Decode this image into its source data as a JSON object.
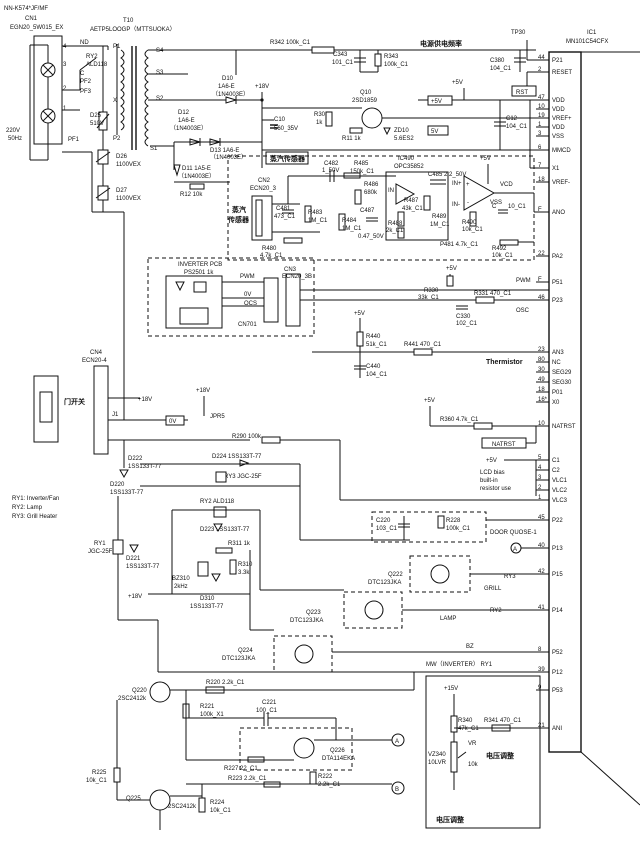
{
  "header": {
    "model": "NN-K574*JF/MF",
    "cn1_ref": "CN1",
    "cn1_part": "EGN20_5W015_EX",
    "t10_ref": "T10",
    "t10_part": "AETP5LOOGP（MTTSUOKA）",
    "ic1_ref": "IC1",
    "ic1_part": "MN101C54CFX",
    "tp30": "TP30"
  },
  "input": {
    "mains_v": "220V",
    "mains_hz": "50Hz",
    "pf1": "PF1",
    "pf2": "PF2",
    "pf3": "PF3",
    "nd": "ND",
    "ry2_ref": "RY2",
    "ry2_part": "ALD118",
    "d25_ref": "D25",
    "d25_v": "510V",
    "d26": "D26",
    "d26_part": "1100VEX",
    "d27": "D27",
    "d27_part": "1100VEX",
    "p1": "P1",
    "p2": "P2",
    "s1": "S1",
    "s2": "S2",
    "s3": "S3",
    "s4": "S4",
    "pin4": "4",
    "pin3": "3",
    "pin2": "2",
    "pin1": "1",
    "pin_c": "C"
  },
  "power": {
    "d10": "D10",
    "d10_part": "1A6-E",
    "d10_note": "（1N4003E）",
    "d12": "D12",
    "d12_part": "1A6-E",
    "d12_note": "（1N4003E）",
    "d13": "D13 1A6-E",
    "d13_note": "（1N4003E）",
    "d11": "D11 1A5-E",
    "d11_note": "（1N4003E）",
    "r12": "R12 10k",
    "v18_1": "+18V",
    "c10": "C10",
    "c10_val": "560_35V",
    "r342": "R342 100k_C1",
    "detect_label": "电源供电频率",
    "c343": "C343",
    "c343_val": "101_C1",
    "r343": "R343",
    "r343_val": "100k_C1",
    "c380": "C380",
    "c380_val": "104_C1",
    "q10": "Q10",
    "q10_part": "2SD1859",
    "r30": "R30",
    "r30_val": "1k",
    "r11": "R11 1k",
    "zd10": "ZD10",
    "zd10_val": "5.6ES2",
    "v5_1": "+5V",
    "v5_tag": "+5V",
    "vdd_tag": "5V",
    "c12": "C12",
    "c12_val": "104_C1",
    "rst_tag": "RST"
  },
  "sensor": {
    "title_box": "蒸汽传感器",
    "cn2": "CN2",
    "cn2_part": "ECN20_3",
    "c481": "C481",
    "c481_val": "473_C1",
    "r483": "R483",
    "r483_val": "1M_C1",
    "r480": "R480",
    "r480_val": "4.7k_C1",
    "sensor_label": "蒸汽\n传感器",
    "c482": "C482",
    "c482_val": "1_50V",
    "r485": "R485",
    "r485_val": "150k_C1",
    "r486": "R486",
    "r486_val": "680k",
    "r484": "R484",
    "r484_val": "1M_C1",
    "c487": "C487",
    "c487_val": "0.47_50V",
    "ic490": "IC490",
    "ic490_part": "OPC35852",
    "c485": "C485 2.2_50V",
    "r487": "R487",
    "r487_val": "43k_C1",
    "r488": "R488",
    "r488_val": "2k_C1",
    "r489": "R489",
    "r489_val": "1M_C1",
    "r490": "R490",
    "r490_val": "10k_C1",
    "c491": "C",
    "c491_val": "10_C1",
    "r481": "P481 4.7k_C1",
    "r492": "R492",
    "r492_val": "10k_C1",
    "v5_2": "+5V",
    "vcd": "VCD",
    "vss": "VSS",
    "in_plus": "IN+",
    "in_minus": "IN-",
    "in": "IN",
    "opamp_plus": "+",
    "opamp_minus": "-"
  },
  "inverter": {
    "box_title": "INVERTER PCB",
    "ps2501": "PS2501 1k",
    "pwm_in": "PWM",
    "ov": "0V",
    "ocs": "OCS",
    "cn701": "CN701",
    "cn3": "CN3",
    "cn3_part": "ECN20_3B",
    "v5_3": "+5V",
    "r330": "R330",
    "r330_val": "33k_C1",
    "r331": "R331 470_C1",
    "c330": "C330",
    "c330_val": "102_C1",
    "pwm": "PWM",
    "osc": "OSC"
  },
  "thermistor": {
    "v5_4": "+5V",
    "r440": "R440",
    "r440_val": "51k_C1",
    "r441": "R441 470_C1",
    "c440": "C440",
    "c440_val": "104_C1",
    "label": "Thermistor"
  },
  "door": {
    "cn4": "CN4",
    "cn4_part": "ECN20-4",
    "door_switch": "门开关",
    "v18_2": "+18V",
    "j1": "J1",
    "ov_tag": "0V",
    "jpr5": "JPR5",
    "v5_5": "+5V",
    "r360": "R360 4.7k_C1",
    "natrst": "NATRST",
    "lcd_note": "LCD bias\nbuilt-in\nresistor use",
    "v5_6": "+5V"
  },
  "relays": {
    "v18_3": "+18V",
    "r290": "R290 100k",
    "d222": "D222",
    "d222_part": "1SS133T-77",
    "d220": "D220",
    "d220_part": "1SS133T-77",
    "d224": "D224 1SS133T-77",
    "ry3": "RY3 JGC-25F",
    "legend1": "RY1: Inverter/Fan",
    "legend2": "RY2: Lamp",
    "legend3": "RY3: Grill Heater",
    "ry1": "RY1",
    "ry1_part": "JGC-25F",
    "d221": "D221",
    "d221_part": "1SS133T-77",
    "ry2_b": "RY2 ALD118",
    "d223": "D223 1SS133T-77",
    "r311": "R311 1k",
    "bz310": "BZ310",
    "bz310_val": "2kHz",
    "r310": "R310",
    "r310_val": "3.3k",
    "d310": "D310",
    "d310_part": "1SS133T-77",
    "v18_4": "+18V",
    "c220": "C220",
    "c220_val": "103_C1",
    "r228": "R228",
    "r228_val": "100k_C1",
    "door_quose": "DOOR QUOSE-1",
    "q222": "Q222",
    "q222_part": "DTC123JKA",
    "grill": "GRILL",
    "ry3_sig": "RY3",
    "q223": "Q223",
    "q223_part": "DTC123JKA",
    "lamp": "LAMP",
    "ry2_sig": "RY2",
    "q224": "Q224",
    "q224_part": "DTC123JKA",
    "bz": "BZ",
    "mw": "MW（INVERTER） RY1"
  },
  "lower": {
    "q220": "Q220",
    "q220_part": "2SC2412k",
    "r220": "R220 2.2k_C1",
    "r221": "R221",
    "r221_val": "100k_X1",
    "c221": "C221",
    "c221_val": "100_C1",
    "q226": "Q226",
    "q226_part": "DTA114EKA",
    "r227": "R227 22_C1",
    "r223": "R223 2.2k_C1",
    "r222": "R222",
    "r222_val": "2.2k_C1",
    "r225": "R225",
    "r225_val": "10k_C1",
    "q225": "Q225",
    "q225_part": "2SC2412k",
    "r224": "R224",
    "r224_val": "10k_C1",
    "node_a": "A",
    "node_b": "B",
    "v15": "+15V",
    "r340": "R340",
    "r340_val": "47k_C1",
    "r341": "R341 470_C1",
    "vz340": "VZ340",
    "vz340_val": "10LVR",
    "vr": "VR",
    "vr_val": "10k",
    "volt_adj": "电压调整",
    "volt_adj_box": "电压调整"
  },
  "ic_pins": [
    {
      "num": "44",
      "name": "P21"
    },
    {
      "num": "2",
      "name": "RESET"
    },
    {
      "num": "47",
      "name": "VDD"
    },
    {
      "num": "10",
      "name": "VDD"
    },
    {
      "num": "19",
      "name": "VREF+"
    },
    {
      "num": "1",
      "name": "VDD"
    },
    {
      "num": "3",
      "name": "VSS"
    },
    {
      "num": "6",
      "name": "MMCD"
    },
    {
      "num": "7",
      "name": "X1"
    },
    {
      "num": "18",
      "name": "VREF-"
    },
    {
      "num": "F",
      "name": "ANO"
    },
    {
      "num": "22",
      "name": "PA2"
    },
    {
      "num": "F",
      "name": "P51"
    },
    {
      "num": "46",
      "name": "P23"
    },
    {
      "num": "23",
      "name": "AN3"
    },
    {
      "num": "80",
      "name": "NC"
    },
    {
      "num": "30",
      "name": "SEG29"
    },
    {
      "num": "49",
      "name": "SEG30"
    },
    {
      "num": "18",
      "name": "P01"
    },
    {
      "num": "16*",
      "name": "X0"
    },
    {
      "num": "10",
      "name": "NATRST"
    },
    {
      "num": "5",
      "name": "C1"
    },
    {
      "num": "4",
      "name": "C2"
    },
    {
      "num": "3",
      "name": "VLC1"
    },
    {
      "num": "2",
      "name": "VLC2"
    },
    {
      "num": "1",
      "name": "VLC3"
    },
    {
      "num": "45",
      "name": "P22"
    },
    {
      "num": "40",
      "name": "P13"
    },
    {
      "num": "42",
      "name": "P15"
    },
    {
      "num": "41",
      "name": "P14"
    },
    {
      "num": "8",
      "name": "P52"
    },
    {
      "num": "39",
      "name": "P12"
    },
    {
      "num": "9",
      "name": "P53"
    },
    {
      "num": "21",
      "name": "ANI"
    }
  ]
}
